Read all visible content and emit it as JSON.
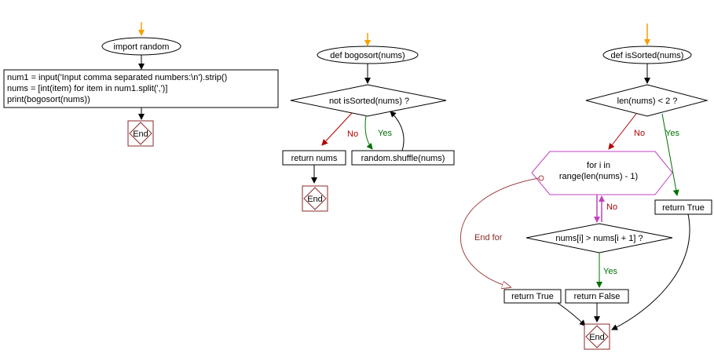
{
  "colors": {
    "start_arrow": "#f5a000",
    "no_edge": "#b00000",
    "yes_edge": "#007000",
    "end_for_edge": "#a04040",
    "loop_node": "#c040c0",
    "end_node": "#8b2a2a"
  },
  "main": {
    "start": "import random",
    "code": [
      "num1 = input('Input  comma separated numbers:\\n').strip()",
      "nums = [int(item) for item in num1.split(',')]",
      "print(bogosort(nums))"
    ],
    "end": "End"
  },
  "bogosort": {
    "start": "def bogosort(nums)",
    "condition": "not isSorted(nums) ?",
    "no_label": "No",
    "yes_label": "Yes",
    "return": "return nums",
    "shuffle": "random.shuffle(nums)",
    "end": "End"
  },
  "is_sorted": {
    "start": "def isSorted(nums)",
    "condition": "len(nums) < 2 ?",
    "no_label": "No",
    "yes_label": "Yes",
    "loop_line1": "for i in",
    "loop_line2": "range(len(nums) - 1)",
    "loop_no_label": "No",
    "end_for_label": "End for",
    "inner_condition": "nums[i] > nums[i + 1] ?",
    "inner_yes_label": "Yes",
    "return_true_early": "return True",
    "return_true": "return True",
    "return_false": "return False",
    "end": "End"
  }
}
